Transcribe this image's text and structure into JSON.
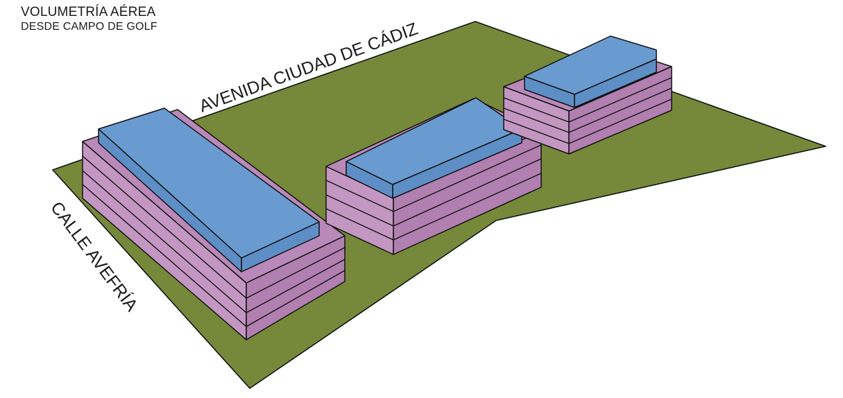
{
  "title": {
    "line1": "VOLUMETRÍA AÉREA",
    "line2": "DESDE CAMPO DE GOLF"
  },
  "streets": {
    "avenida": "AVENIDA CIUDAD DE CÁDIZ",
    "calle": "CALLE AVEFRÍA"
  },
  "colors": {
    "ground": "#76893a",
    "podium_top": "#b989b9",
    "podium_front": "#c497c3",
    "podium_side": "#b17fb0",
    "tower_top": "#6a9bd0",
    "tower_side": "#5d8fc6",
    "outline": "#111111"
  },
  "buildings": [
    {
      "name": "left-block",
      "podium_floors": 4,
      "tower_floors": 1
    },
    {
      "name": "middle-block",
      "podium_floors": 4,
      "tower_floors": 1
    },
    {
      "name": "right-block",
      "podium_floors": 4,
      "tower_floors": 1
    }
  ]
}
